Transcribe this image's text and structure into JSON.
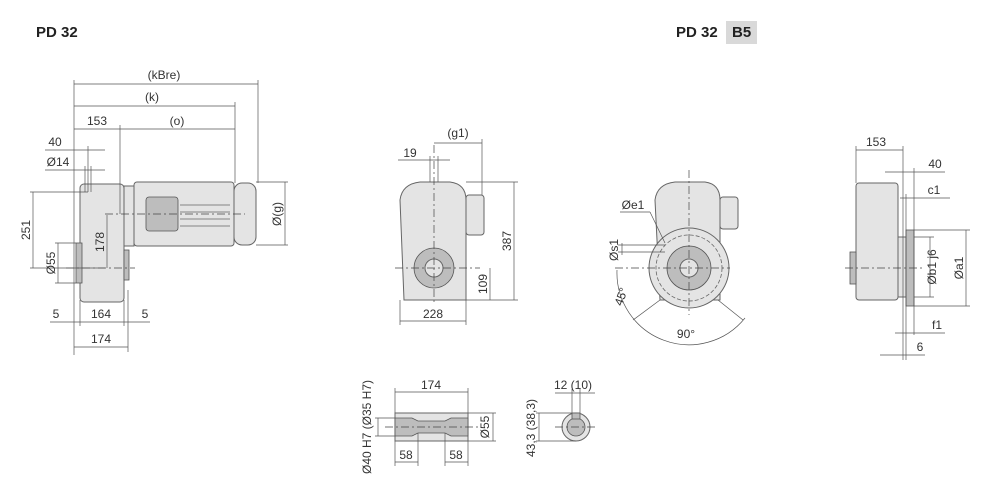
{
  "titles": {
    "left": "PD 32",
    "right": "PD 32",
    "right_badge": "B5"
  },
  "side_view": {
    "kBre": "(kBre)",
    "k": "(k)",
    "d153": "153",
    "o": "(o)",
    "d40": "40",
    "d14": "Ø14",
    "d251": "251",
    "d178": "178",
    "d55": "Ø55",
    "dg": "Ø(g)",
    "d5a": "5",
    "d164": "164",
    "d5b": "5",
    "d174": "174"
  },
  "front_view": {
    "g1": "(g1)",
    "d19": "19",
    "d387": "387",
    "d109": "109",
    "d228": "228"
  },
  "flange_front_view": {
    "e1": "Øe1",
    "s1": "Øs1",
    "a45": "45°",
    "a90": "90°"
  },
  "flange_side_view": {
    "d153": "153",
    "d40": "40",
    "c1": "c1",
    "b1": "Øb1 j6",
    "a1": "Øa1",
    "f1": "f1",
    "d6": "6"
  },
  "shaft": {
    "d174": "174",
    "bore": "Ø40 H7 (Ø35 H7)",
    "d55": "Ø55",
    "d58a": "58",
    "d58b": "58",
    "key_width": "12 (10)",
    "key_depth": "43,3 (38,3)"
  }
}
